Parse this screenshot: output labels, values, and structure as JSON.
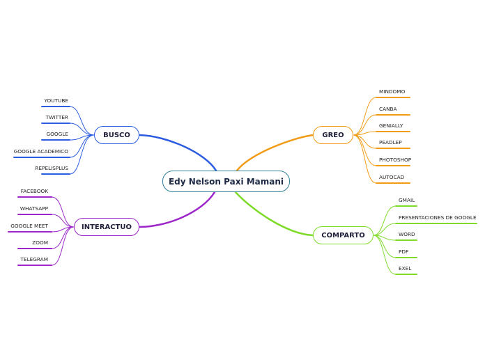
{
  "central": "Edy Nelson Paxi Mamani",
  "colors": {
    "central": "#2e7f97",
    "busco": "#2c5de0",
    "greo": "#f29c16",
    "interactuo": "#9c26c9",
    "comparto": "#7fdb2a"
  },
  "branches": {
    "busco": {
      "label": "BUSCO",
      "items": [
        "YOUTUBE",
        "TWITTER",
        "GOOGLE",
        "GOOGLE ACADEMICO",
        "REPELISPLUS"
      ]
    },
    "greo": {
      "label": "GREO",
      "items": [
        "MINDOMO",
        "CANBA",
        "GENIALLY",
        "PEADLEP",
        "PHOTOSHOP",
        "AUTOCAD"
      ]
    },
    "interactuo": {
      "label": "INTERACTUO",
      "items": [
        "FACEBOOK",
        "WHATSAPP",
        "GOOGLE MEET",
        "ZOOM",
        "TELEGRAM"
      ]
    },
    "comparto": {
      "label": "COMPARTO",
      "items": [
        "GMAIL",
        "PRESENTACIONES DE GOOGLE",
        "WORD",
        "PDF",
        "EXEL"
      ]
    }
  }
}
